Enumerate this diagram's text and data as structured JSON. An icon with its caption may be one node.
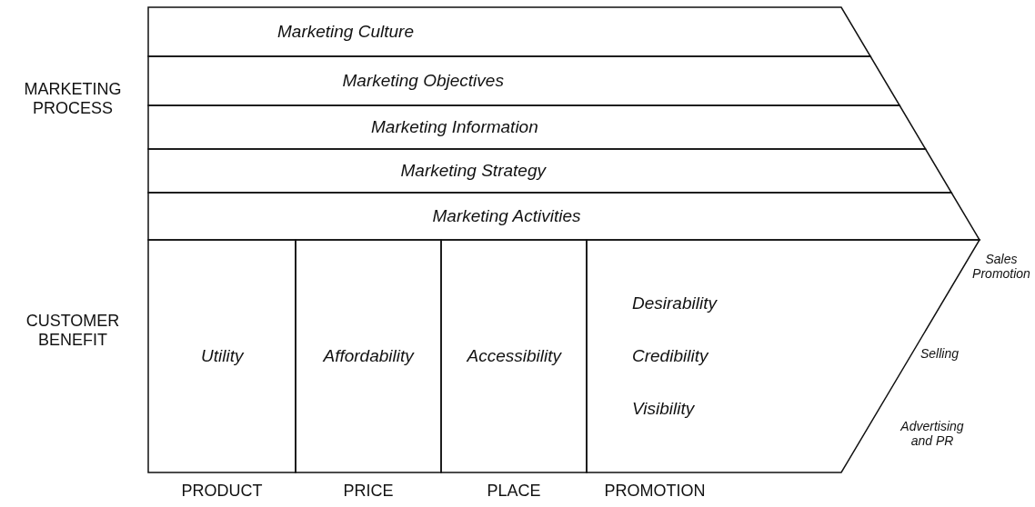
{
  "diagram": {
    "nodes": [
      {
        "text": [
          "Marketing Culture"
        ]
      },
      {
        "text": [
          "Marketing Objectives"
        ]
      },
      {
        "text": [
          "Marketing Information"
        ]
      },
      {
        "text": [
          "Marketing Strategy"
        ]
      },
      {
        "text": [
          "Marketing Activities"
        ]
      },
      {
        "text": [
          "Utility"
        ]
      },
      {
        "text": [
          "Affordability"
        ]
      },
      {
        "text": [
          "Accessibility"
        ]
      },
      {
        "text": [
          "Desirability",
          "Credibility",
          "Visibility"
        ]
      }
    ],
    "labels": [
      "MARKETING PROCESS",
      "CUSTOMER BENEFIT",
      "PRODUCT",
      "PRICE",
      "PLACE",
      "PROMOTION",
      "Sales Promotion",
      "Selling",
      "Advertising and PR"
    ]
  }
}
